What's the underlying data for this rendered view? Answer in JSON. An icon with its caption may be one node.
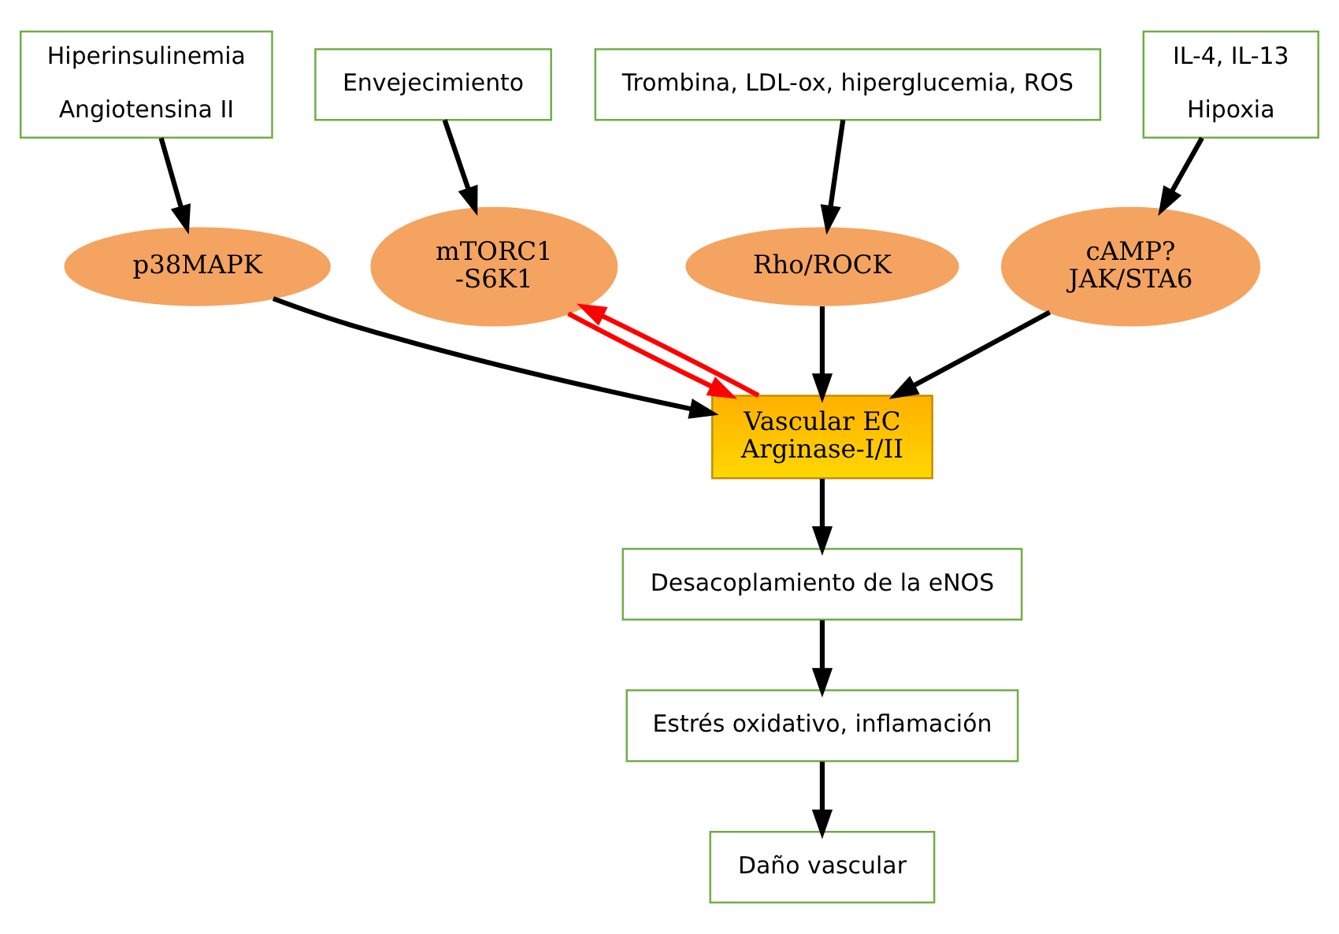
{
  "diagram": {
    "nodes": [
      {
        "text": [
          "Hiperinsulinemia",
          "Angiotensina II"
        ]
      },
      {
        "text": [
          "Envejecimiento"
        ]
      },
      {
        "text": [
          "Trombina, LDL-ox, hiperglucemia, ROS"
        ]
      },
      {
        "text": [
          "IL-4, IL-13",
          "Hipoxia"
        ]
      },
      {
        "text": [
          "p38MAPK"
        ]
      },
      {
        "text": [
          "mTORC1 -S6K1"
        ]
      },
      {
        "text": [
          "Rho/ROCK"
        ]
      },
      {
        "text": [
          "cAMP? JAK/STA6"
        ]
      },
      {
        "text": [
          "Vascular EC Arginase-I/II"
        ]
      },
      {
        "text": [
          "Desacoplamiento de la eNOS"
        ]
      },
      {
        "text": [
          "Estrés oxidativo, inflamación"
        ]
      },
      {
        "text": [
          "Daño vascular"
        ]
      }
    ],
    "edges": [
      {
        "from": 0,
        "to": 4,
        "arrow": "to"
      },
      {
        "from": 1,
        "to": 5,
        "arrow": "to"
      },
      {
        "from": 2,
        "to": 6,
        "arrow": "to"
      },
      {
        "from": 3,
        "to": 7,
        "arrow": "to"
      },
      {
        "from": 4,
        "to": 8,
        "arrow": "to"
      },
      {
        "from": 5,
        "to": 8,
        "arrow": "to",
        "color": "#ff0000"
      },
      {
        "from": 8,
        "to": 5,
        "arrow": "to",
        "color": "#ff0000"
      },
      {
        "from": 6,
        "to": 8,
        "arrow": "to"
      },
      {
        "from": 7,
        "to": 8,
        "arrow": "to"
      },
      {
        "from": 8,
        "to": 9,
        "arrow": "to"
      },
      {
        "from": 9,
        "to": 10,
        "arrow": "to"
      },
      {
        "from": 10,
        "to": 11,
        "arrow": "to"
      }
    ]
  }
}
